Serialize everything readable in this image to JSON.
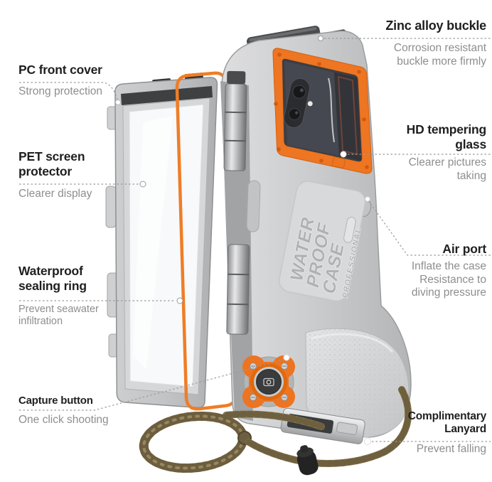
{
  "callouts": {
    "pc_front_cover": {
      "title": "PC front cover",
      "desc": "Strong protection"
    },
    "pet_screen_protector": {
      "title": "PET screen\nprotector",
      "desc": "Clearer display"
    },
    "waterproof_sealing_ring": {
      "title": "Waterproof\nsealing ring",
      "desc": "Prevent seawater\ninfiltration"
    },
    "capture_button": {
      "title": "Capture button",
      "desc": "One click shooting"
    },
    "zinc_alloy_buckle": {
      "title": "Zinc alloy buckle",
      "desc": "Corrosion resistant\nbuckle more firmly"
    },
    "hd_tempering_glass": {
      "title": "HD tempering\nglass",
      "desc": "Clearer pictures\ntaking"
    },
    "air_port": {
      "title": "Air port",
      "desc": "Inflate the case\nResistance to\ndiving pressure"
    },
    "complimentary_lanyard": {
      "title": "Complimentary\nLanyard",
      "desc": "Prevent falling"
    }
  },
  "product": {
    "case_label_line1": "WATER",
    "case_label_line2": "PROOF",
    "case_label_line3": "CASE",
    "case_label_sub": "PROFESSIONAL"
  },
  "colors": {
    "accent_orange": "#EE7522",
    "case_gray": "#C9CACC",
    "dark_gray": "#3E3F41",
    "lanyard_tan": "#8A7850",
    "title_text": "#1F1F1F",
    "desc_text": "#8E8E8E"
  }
}
